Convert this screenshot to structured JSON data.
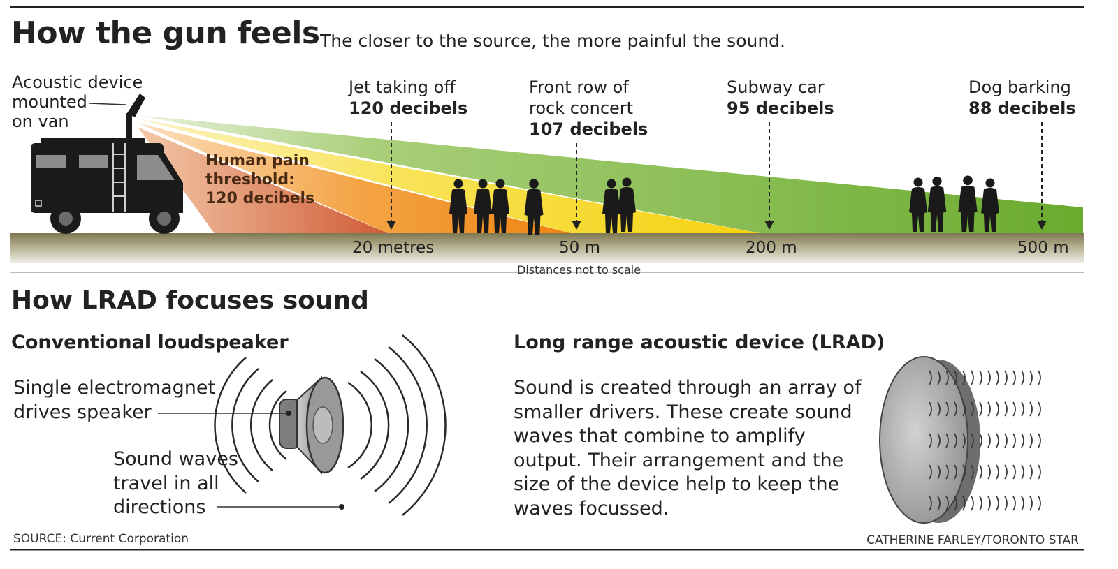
{
  "header": {
    "title": "How the gun feels",
    "subtitle": "The closer to the source, the more painful the sound."
  },
  "van_label": [
    "Acoustic device",
    "mounted",
    "on van"
  ],
  "pain_threshold": [
    "Human pain",
    "threshold:",
    "120 decibels"
  ],
  "sound_sources": [
    {
      "name_lines": [
        "Jet taking off"
      ],
      "decibels": "120 decibels",
      "distance": "20 metres"
    },
    {
      "name_lines": [
        "Front row of",
        "rock concert"
      ],
      "decibels": "107 decibels",
      "distance": "50 m"
    },
    {
      "name_lines": [
        "Subway car"
      ],
      "decibels": "95 decibels",
      "distance": "200 m"
    },
    {
      "name_lines": [
        "Dog barking"
      ],
      "decibels": "88 decibels",
      "distance": "500 m"
    }
  ],
  "distance_note": "Distances not to scale",
  "section2": {
    "title": "How LRAD focuses sound",
    "conventional": {
      "heading": "Conventional loudspeaker",
      "magnet_label": [
        "Single electromagnet",
        "drives speaker"
      ],
      "waves_label": [
        "Sound waves",
        "travel in all",
        "directions"
      ]
    },
    "lrad": {
      "heading": "Long range acoustic device (LRAD)",
      "description": [
        "Sound is created through an array of",
        "smaller drivers. These create sound",
        "waves that combine to amplify",
        "output. Their arrangement and the",
        "size of the device help to keep the",
        "waves focussed."
      ]
    }
  },
  "footer": {
    "source": "SOURCE: Current Corporation",
    "credit": "CATHERINE FARLEY/TORONTO STAR"
  },
  "colors": {
    "ground": "#8b8560",
    "ground_light": "#dfdccd",
    "pain_red": "#c0392b",
    "orange": "#f08c1a",
    "yellow": "#f7d81c",
    "green": "#7ab33a",
    "silhouette": "#1a1a1a"
  }
}
